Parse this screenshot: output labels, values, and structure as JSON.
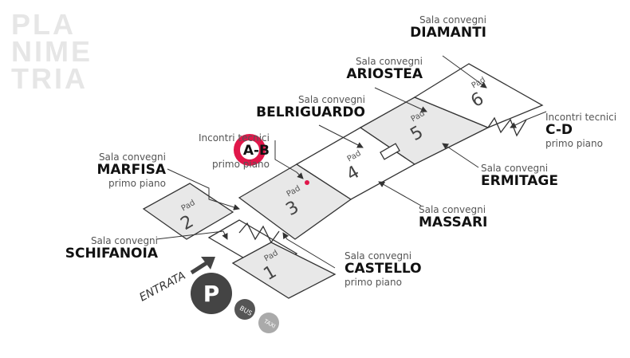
{
  "watermark": [
    "PLA",
    "NIME",
    "TRIA"
  ],
  "pad_word": "Pad",
  "pads": [
    "1",
    "2",
    "3",
    "4",
    "5",
    "6"
  ],
  "labels": {
    "diamanti": {
      "sub": "Sala convegni",
      "name": "DIAMANTI"
    },
    "ariostea": {
      "sub": "Sala convegni",
      "name": "ARIOSTEA"
    },
    "belriguardo": {
      "sub": "Sala convegni",
      "name": "BELRIGUARDO"
    },
    "ab": {
      "sub": "Incontri tecnici",
      "name": "A-B",
      "note": "primo piano"
    },
    "marfisa": {
      "sub": "Sala convegni",
      "name": "MARFISA",
      "note": "primo piano"
    },
    "schifanoia": {
      "sub": "Sala convegni",
      "name": "SCHIFANOIA"
    },
    "castello": {
      "sub": "Sala convegni",
      "name": "CASTELLO",
      "note": "primo piano"
    },
    "massari": {
      "sub": "Sala convegni",
      "name": "MASSARI"
    },
    "ermitage": {
      "sub": "Sala convegni",
      "name": "ERMITAGE"
    },
    "cd": {
      "sub": "Incontri tecnici",
      "name": "C-D",
      "note": "primo piano"
    }
  },
  "entrance": "ENTRATA",
  "parking": "P",
  "bus": "BUS",
  "taxi": "TAXI",
  "colors": {
    "highlight": "#e0174a",
    "shade": "#e8e8e8",
    "line": "#333333"
  }
}
